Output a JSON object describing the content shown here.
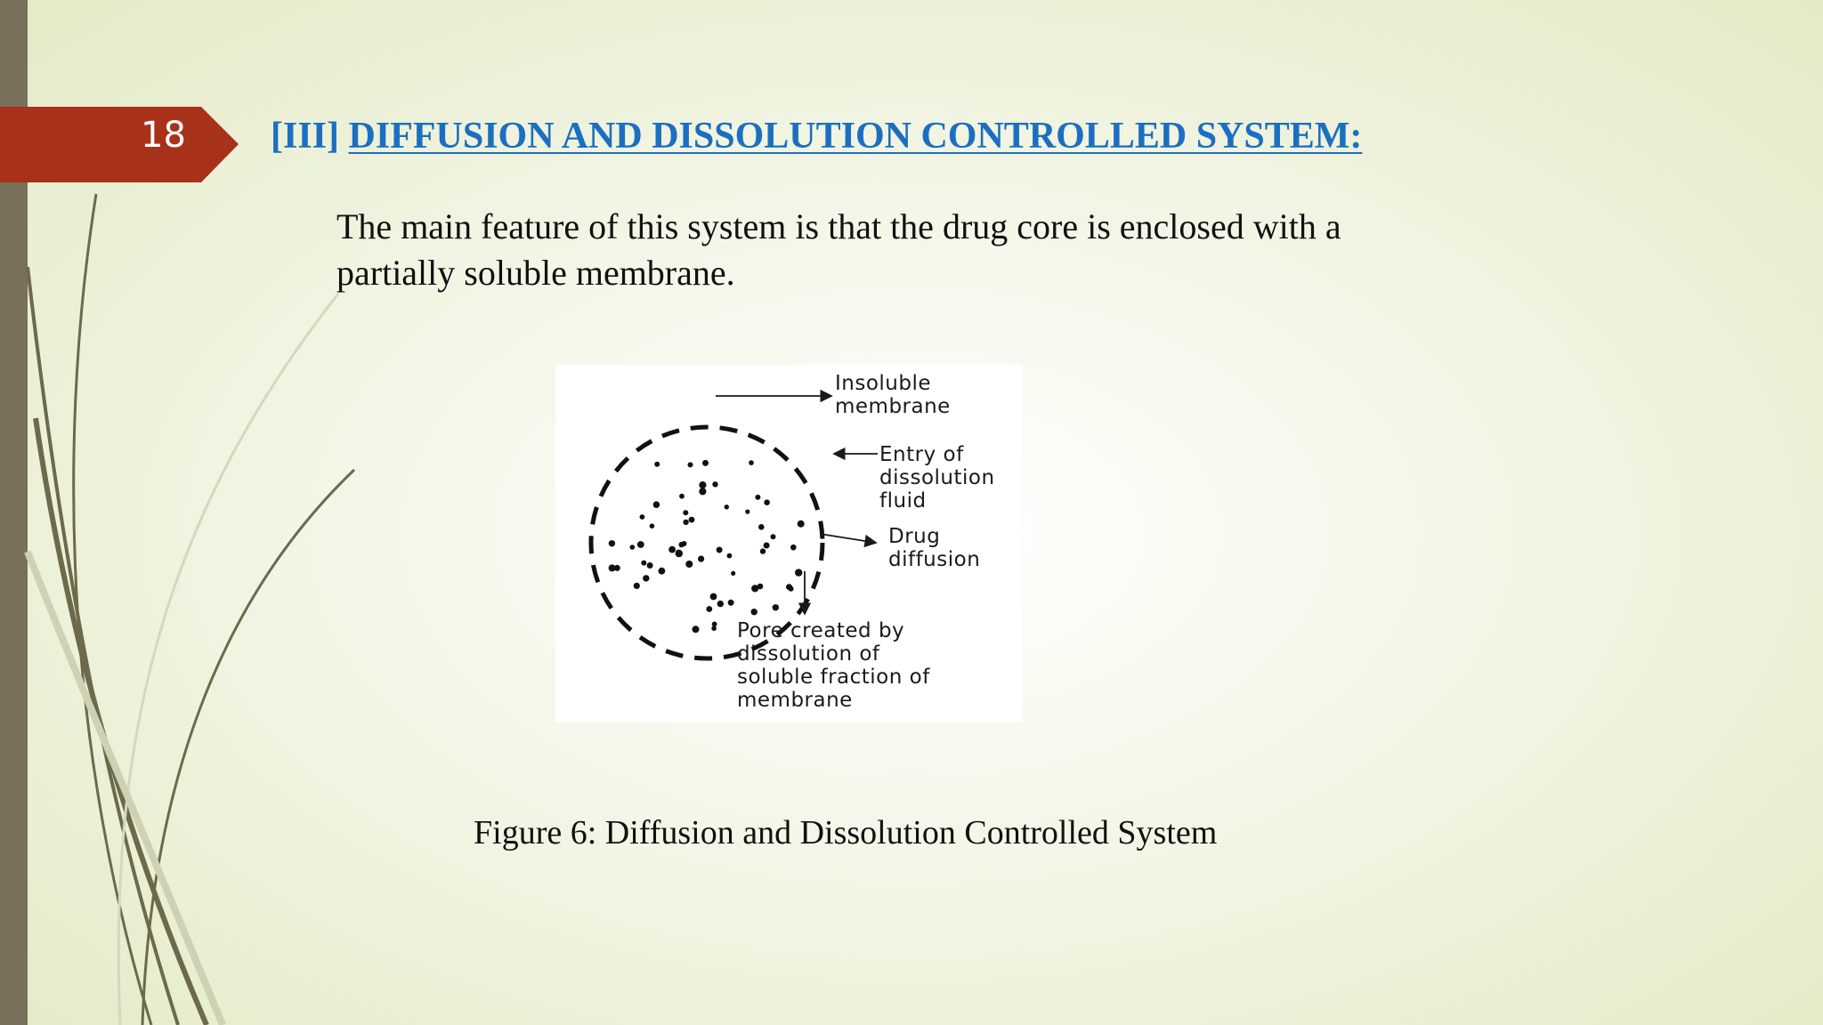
{
  "slide": {
    "number": "18",
    "title_prefix": "[III] ",
    "title_main": "DIFFUSION AND DISSOLUTION CONTROLLED SYSTEM:",
    "body": "The main feature of this system is that the drug core is enclosed with a partially soluble membrane.",
    "caption": "Figure 6: Diffusion and Dissolution Controlled System"
  },
  "diagram": {
    "labels": {
      "insoluble_membrane": "Insoluble\nmembrane",
      "entry_fluid": "Entry of\ndissolution\nfluid",
      "drug_diffusion": "Drug\ndiffusion",
      "pore": "Pore created by\ndissolution of\nsoluble fraction of\nmembrane"
    }
  },
  "colors": {
    "accent_tab": "#a8311a",
    "title": "#1b6fc0",
    "side_bar": "#78705a",
    "swoosh": "#6d6a4c"
  }
}
